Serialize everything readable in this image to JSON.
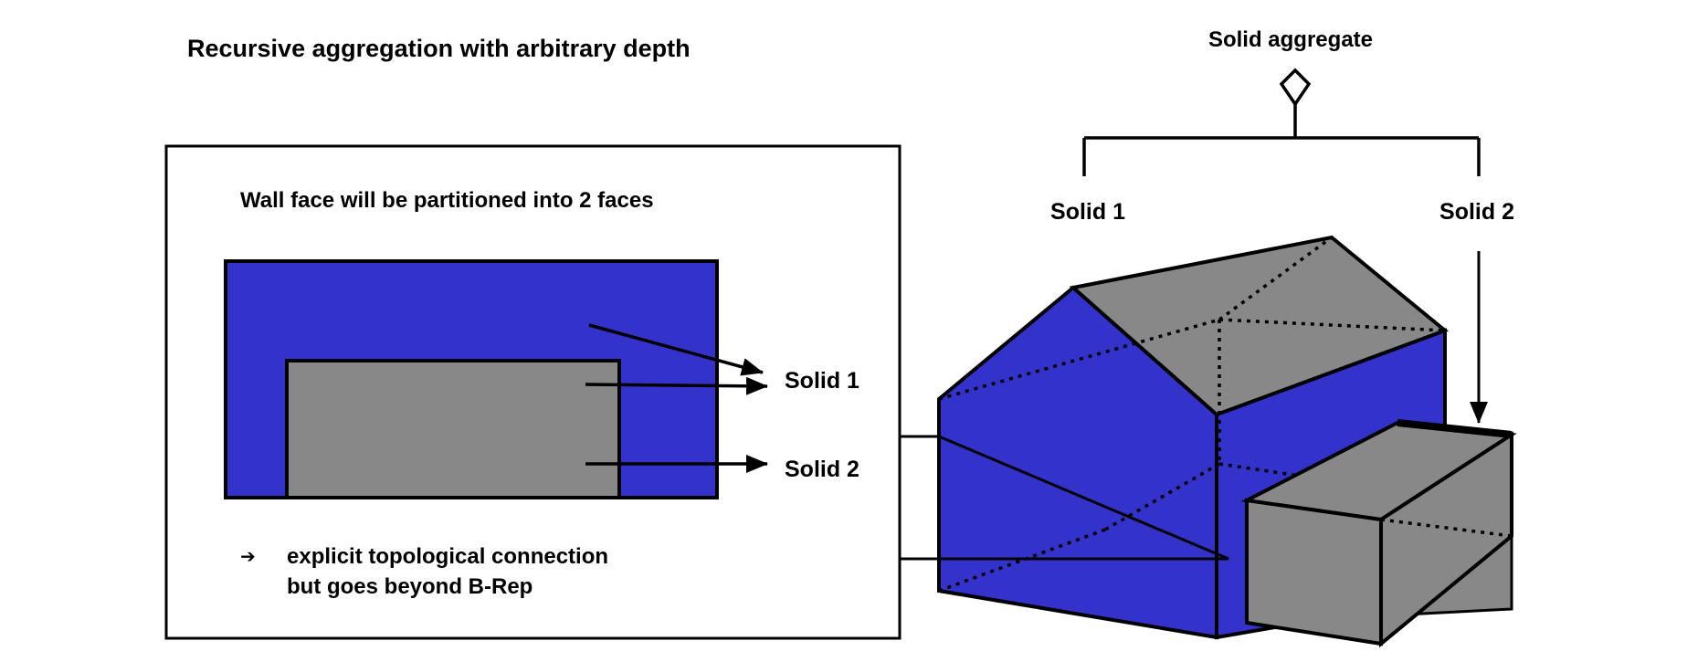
{
  "title": "Recursive aggregation with arbitrary depth",
  "aggregate": {
    "label": "Solid aggregate",
    "children": [
      "Solid 1",
      "Solid 2"
    ]
  },
  "inset": {
    "heading": "Wall face will be partitioned into 2 faces",
    "targets": [
      "Solid 1",
      "Solid 2"
    ],
    "note_bullet": "➔",
    "note_lines": [
      "explicit topological connection",
      "but goes beyond B-Rep"
    ]
  },
  "colors": {
    "wall_blue": "#3333cc",
    "roof_gray": "#888888",
    "stroke": "#000000"
  }
}
